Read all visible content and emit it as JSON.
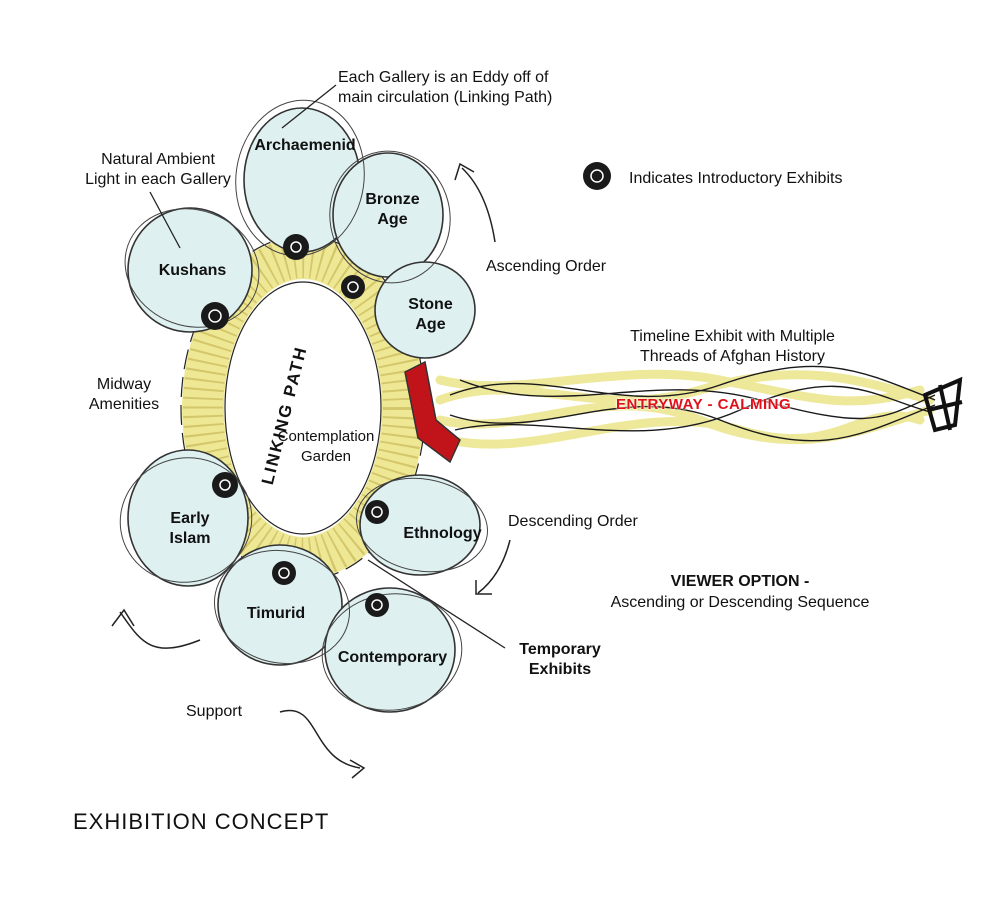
{
  "title": "EXHIBITION  CONCEPT",
  "legend": "Indicates Introductory Exhibits",
  "galleries": {
    "archaemenid": "Archaemenid",
    "bronze_age": "Bronze\nAge",
    "stone_age": "Stone\nAge",
    "kushans": "Kushans",
    "early_islam": "Early\nIslam",
    "timurid": "Timurid",
    "contemporary": "Contemporary",
    "ethnology": "Ethnology"
  },
  "labels": {
    "eddy_note": "Each Gallery is an Eddy off of\nmain circulation (Linking Path)",
    "ambient_light": "Natural Ambient\nLight in each Gallery",
    "ascending_order": "Ascending Order",
    "descending_order": "Descending Order",
    "timeline": "Timeline Exhibit with Multiple\nThreads of Afghan History",
    "entryway": "ENTRYWAY - CALMING",
    "linking_path": "LINKING PATH",
    "contemplation_garden": "Contemplation\nGarden",
    "midway_amenities": "Midway\nAmenities",
    "temporary_exhibits": "Temporary\nExhibits",
    "viewer_option_title": "VIEWER OPTION -",
    "viewer_option_sub": "Ascending or Descending Sequence",
    "support": "Support"
  },
  "colors": {
    "gallery_fill": "#dff0f0",
    "path_yellow": "#ece58a",
    "entry_red": "#c0141a",
    "ink": "#1a1a1a"
  }
}
